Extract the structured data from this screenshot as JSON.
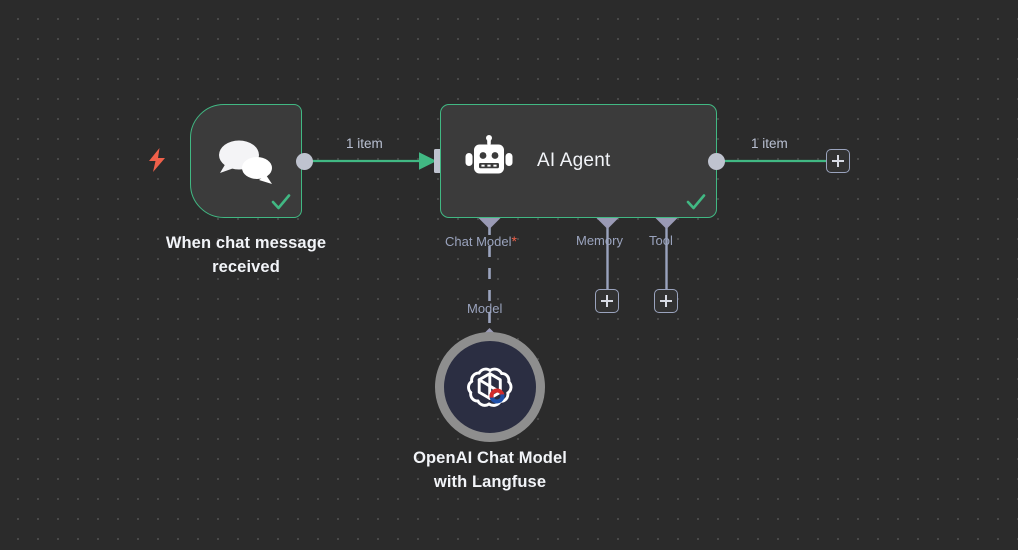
{
  "canvas": {
    "background": "#2b2b2b",
    "grid_dot_color": "#4a4a4a",
    "accent_success": "#41b883",
    "accent_required": "#f0604a",
    "connector_label_color": "#b9c0d2"
  },
  "nodes": [
    {
      "id": "when-chat-message-received",
      "label": "When chat message\nreceived",
      "type": "trigger",
      "icon": "chat-bubbles-icon",
      "badge_icon": "lightning-bolt-icon",
      "status": "success",
      "status_icon": "check-icon"
    },
    {
      "id": "ai-agent",
      "title": "AI Agent",
      "type": "agent",
      "icon": "robot-icon",
      "status": "success",
      "status_icon": "check-icon",
      "sub_ports": [
        {
          "label": "Chat Model",
          "required": true,
          "required_marker": "*"
        },
        {
          "label": "Memory",
          "required": false,
          "required_marker": ""
        },
        {
          "label": "Tool",
          "required": false,
          "required_marker": ""
        }
      ]
    },
    {
      "id": "openai-chat-model-with-langfuse",
      "label": "OpenAI Chat Model\nwith Langfuse",
      "type": "sub-node",
      "icon": "openai-logo-icon",
      "badge_icon": "langfuse-magnet-icon",
      "port_label": "Model"
    }
  ],
  "edges": [
    {
      "from": "when-chat-message-received",
      "to": "ai-agent",
      "label": "1 item",
      "style": "solid"
    },
    {
      "from": "ai-agent",
      "to": "add-node-output",
      "label": "1 item",
      "style": "solid"
    },
    {
      "from": "openai-chat-model-with-langfuse",
      "to": "ai-agent",
      "label": "Model",
      "style": "dashed"
    }
  ],
  "buttons": {
    "add_output": "+",
    "add_memory": "+",
    "add_tool": "+"
  }
}
